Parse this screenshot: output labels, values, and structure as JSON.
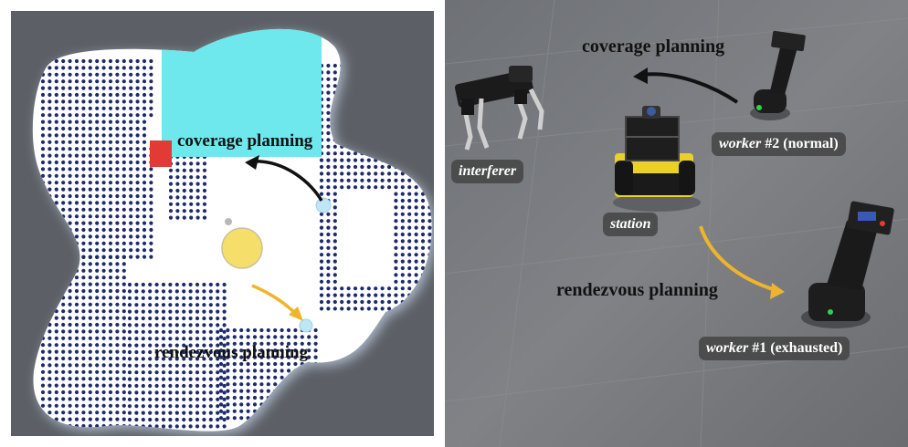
{
  "left_panel": {
    "coverage_label": "coverage planning",
    "rendezvous_label": "rendezvous planning"
  },
  "right_panel": {
    "coverage_label": "coverage planning",
    "rendezvous_label": "rendezvous planning",
    "interferer_tag": "interferer",
    "station_tag": "station",
    "worker2_tag": {
      "name": "worker",
      "suffix": " #2 (normal)"
    },
    "worker1_tag": {
      "name": "worker",
      "suffix": " #1 (exhausted)"
    }
  },
  "colors": {
    "map_background": "#5c6066",
    "free_space": "#ffffff",
    "coverage_region": "#6ee8ec",
    "target_square": "#e23b36",
    "dot_grid": "#1f2a6b",
    "station_circle": "#f5df6a",
    "rendezvous_arrow": "#f0b42c",
    "coverage_arrow": "#111111",
    "floor": "#74767a"
  }
}
